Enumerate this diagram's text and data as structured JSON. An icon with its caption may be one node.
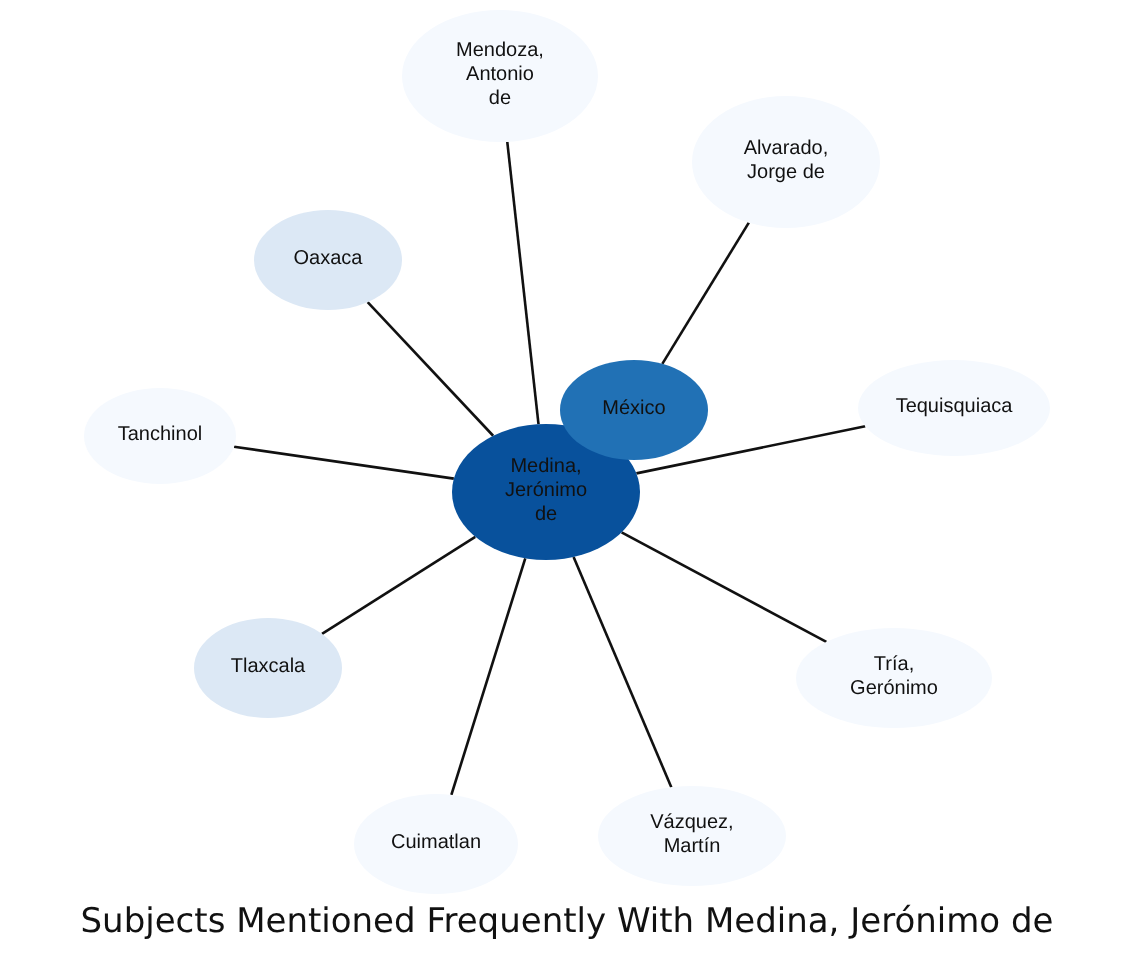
{
  "diagram": {
    "title": "Subjects Mentioned Frequently With Medina, Jerónimo de",
    "nodes": [
      {
        "text": [
          "Mendoza, Antonio de"
        ]
      },
      {
        "text": [
          "Alvarado, Jorge de"
        ]
      },
      {
        "text": [
          "Oaxaca"
        ]
      },
      {
        "text": [
          "Tequisquiaca"
        ]
      },
      {
        "text": [
          "México"
        ]
      },
      {
        "text": [
          "Tanchinol"
        ]
      },
      {
        "text": [
          "Medina, Jerónimo de"
        ]
      },
      {
        "text": [
          "Tlaxcala"
        ]
      },
      {
        "text": [
          "Tría, Gerónimo"
        ]
      },
      {
        "text": [
          "Vázquez, Martín"
        ]
      },
      {
        "text": [
          "Cuimatlan"
        ]
      }
    ],
    "edges": [
      {
        "from": 6,
        "to": 0,
        "arrow": "none"
      },
      {
        "from": 4,
        "to": 1,
        "arrow": "none"
      },
      {
        "from": 6,
        "to": 2,
        "arrow": "none"
      },
      {
        "from": 6,
        "to": 3,
        "arrow": "none"
      },
      {
        "from": 6,
        "to": 5,
        "arrow": "none"
      },
      {
        "from": 6,
        "to": 7,
        "arrow": "none"
      },
      {
        "from": 6,
        "to": 8,
        "arrow": "none"
      },
      {
        "from": 6,
        "to": 9,
        "arrow": "none"
      },
      {
        "from": 6,
        "to": 10,
        "arrow": "none"
      }
    ]
  }
}
